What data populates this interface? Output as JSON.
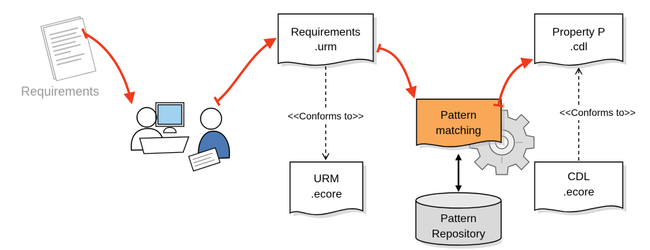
{
  "diagram": {
    "requirements_doc_label": "Requirements",
    "requirements_urm": {
      "line1": "Requirements",
      "line2": ".urm"
    },
    "urm_ecore": {
      "line1": "URM",
      "line2": ".ecore"
    },
    "property_cdl": {
      "line1": "Property P",
      "line2": ".cdl"
    },
    "cdl_ecore": {
      "line1": "CDL",
      "line2": ".ecore"
    },
    "pattern_matching": {
      "line1": "Pattern",
      "line2": "matching"
    },
    "pattern_repository": {
      "line1": "Pattern",
      "line2": "Repository"
    },
    "conforms_left": "<<Conforms to>>",
    "conforms_right": "<<Conforms to>>",
    "colors": {
      "flow_arrow": "#ef3b1c",
      "pattern_matching_fill": "#f9a857",
      "repository_fill": "#d9d9d9",
      "person_blue": "#4a79b5"
    }
  }
}
